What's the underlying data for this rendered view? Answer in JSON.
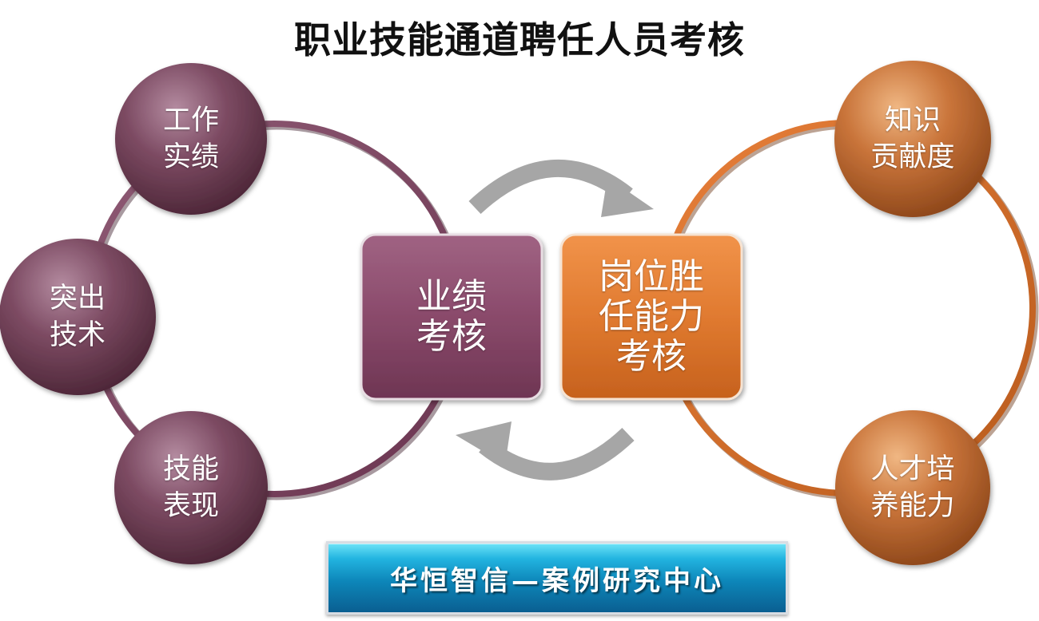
{
  "title": "职业技能通道聘任人员考核",
  "left_group": {
    "center": {
      "lines": [
        "业绩",
        "考核"
      ]
    },
    "bubbles": [
      {
        "lines": [
          "工作",
          "实绩"
        ]
      },
      {
        "lines": [
          "突出",
          "技术"
        ]
      },
      {
        "lines": [
          "技能",
          "表现"
        ]
      }
    ]
  },
  "right_group": {
    "center": {
      "lines": [
        "岗位胜",
        "任能力",
        "考核"
      ]
    },
    "bubbles": [
      {
        "lines": [
          "知识",
          "贡献度"
        ]
      },
      {
        "lines": [
          "人才培",
          "养能力"
        ]
      }
    ]
  },
  "banner": {
    "text": "华恒智信—案例研究中心"
  },
  "colors": {
    "left_accent": "#7a3d5c",
    "right_accent": "#d9712a",
    "arrow": "#a6a6a6",
    "banner": "#1697cc"
  }
}
